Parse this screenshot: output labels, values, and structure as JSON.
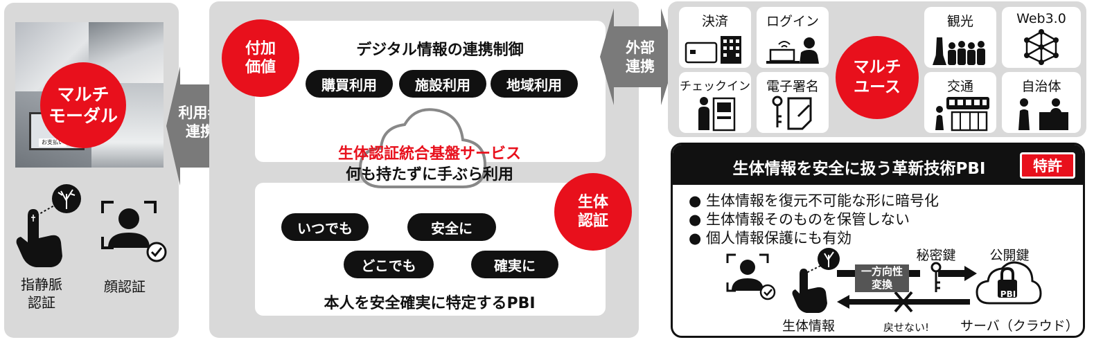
{
  "left": {
    "badge": "マルチ\nモーダル",
    "fingervein_label": "指静脈\n認証",
    "face_label": "顔認証",
    "photo_text": "お支払い"
  },
  "connector_user": "利用者\n連携",
  "center": {
    "value_badge": "付加\n価値",
    "top_title": "デジタル情報の連携制御",
    "uses": [
      "購買利用",
      "施設利用",
      "地域利用"
    ],
    "cloud_title": "生体認証統合基盤サービス",
    "cloud_sub": "何も持たずに手ぶら利用",
    "auth_badge": "生体\n認証",
    "qualities": [
      "いつでも",
      "安全に",
      "どこでも",
      "確実に"
    ],
    "bottom_title": "本人を安全確実に特定するPBI"
  },
  "connector_external": "外部\n連携",
  "multiuse": {
    "badge": "マルチ\nユース",
    "tiles_left": [
      "決済",
      "ログイン",
      "チェックイン",
      "電子署名"
    ],
    "tiles_right": [
      "観光",
      "Web3.0",
      "交通",
      "自治体"
    ]
  },
  "pbi": {
    "title": "生体情報を安全に扱う革新技術PBI",
    "patent": "特許",
    "bullets": [
      "生体情報を復元不可能な形に暗号化",
      "生体情報そのものを保管しない",
      "個人情報保護にも有効"
    ],
    "secret_key": "秘密鍵",
    "public_key": "公開鍵",
    "oneway": "一方向性\n変換",
    "cannot_return": "戻せない!",
    "bio_info": "生体情報",
    "server": "サーバ（クラウド）",
    "cloud_label": "PBI"
  },
  "colors": {
    "red": "#e8101c",
    "panel": "#d9d9d9",
    "dark": "#111111"
  }
}
